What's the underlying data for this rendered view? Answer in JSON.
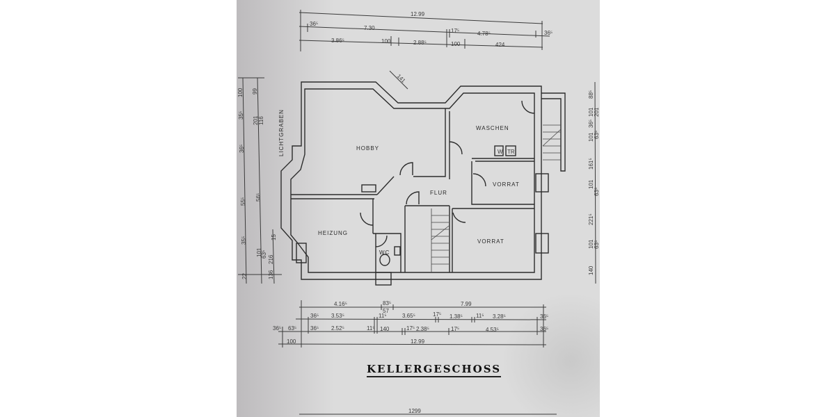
{
  "drawing": {
    "title": "KELLERGESCHOSS",
    "rooms": {
      "hobby": "HOBBY",
      "waschen": "WASCHEN",
      "vorrat_upper": "VORRAT",
      "flur": "FLUR",
      "heizung": "HEIZUNG",
      "wc": "WC",
      "vorrat_lower": "VORRAT",
      "lichtgraben": "LICHTGRABEN"
    },
    "fixtures": {
      "washer": "W",
      "dryer": "TR"
    },
    "diagonal_dim": "141",
    "top_dims": {
      "total": "12.99",
      "row2": [
        "36⁵",
        "7.30",
        "17⁵",
        "4.78⁵",
        "36⁵"
      ],
      "row3": [
        "3.86⁵",
        "100",
        "2.88⁵",
        "100",
        "424"
      ]
    },
    "bottom_dims": {
      "row1": [
        "4.16⁵",
        "83⁵",
        "57",
        "7.99"
      ],
      "row2": [
        "36⁵",
        "3.53⁵",
        "11⁵",
        "3.65⁵",
        "17⁵",
        "1.38⁵",
        "11⁵",
        "3.28⁵",
        "36⁵"
      ],
      "row3": [
        "36⁵",
        "63⁵",
        "36⁵",
        "2.52⁵",
        "11⁵",
        "140",
        "17⁵",
        "2.38⁵",
        "17⁵",
        "4.53⁵",
        "36⁵"
      ],
      "row4": [
        "100",
        "12.99"
      ],
      "footer_total": "1299"
    },
    "left_dims": {
      "outer": [
        "100",
        "35⁵",
        "36⁵",
        "55⁵",
        "35⁵",
        "22"
      ],
      "inner": [
        "99",
        "201",
        "116",
        "56⁵",
        "101",
        "63⁵",
        "136",
        "216",
        "15"
      ]
    },
    "right_dims": [
      "88⁵",
      "101",
      "201",
      "36⁵",
      "63⁵",
      "101",
      "161⁵",
      "101",
      "63⁵",
      "221⁵",
      "101",
      "63⁵",
      "140"
    ]
  }
}
